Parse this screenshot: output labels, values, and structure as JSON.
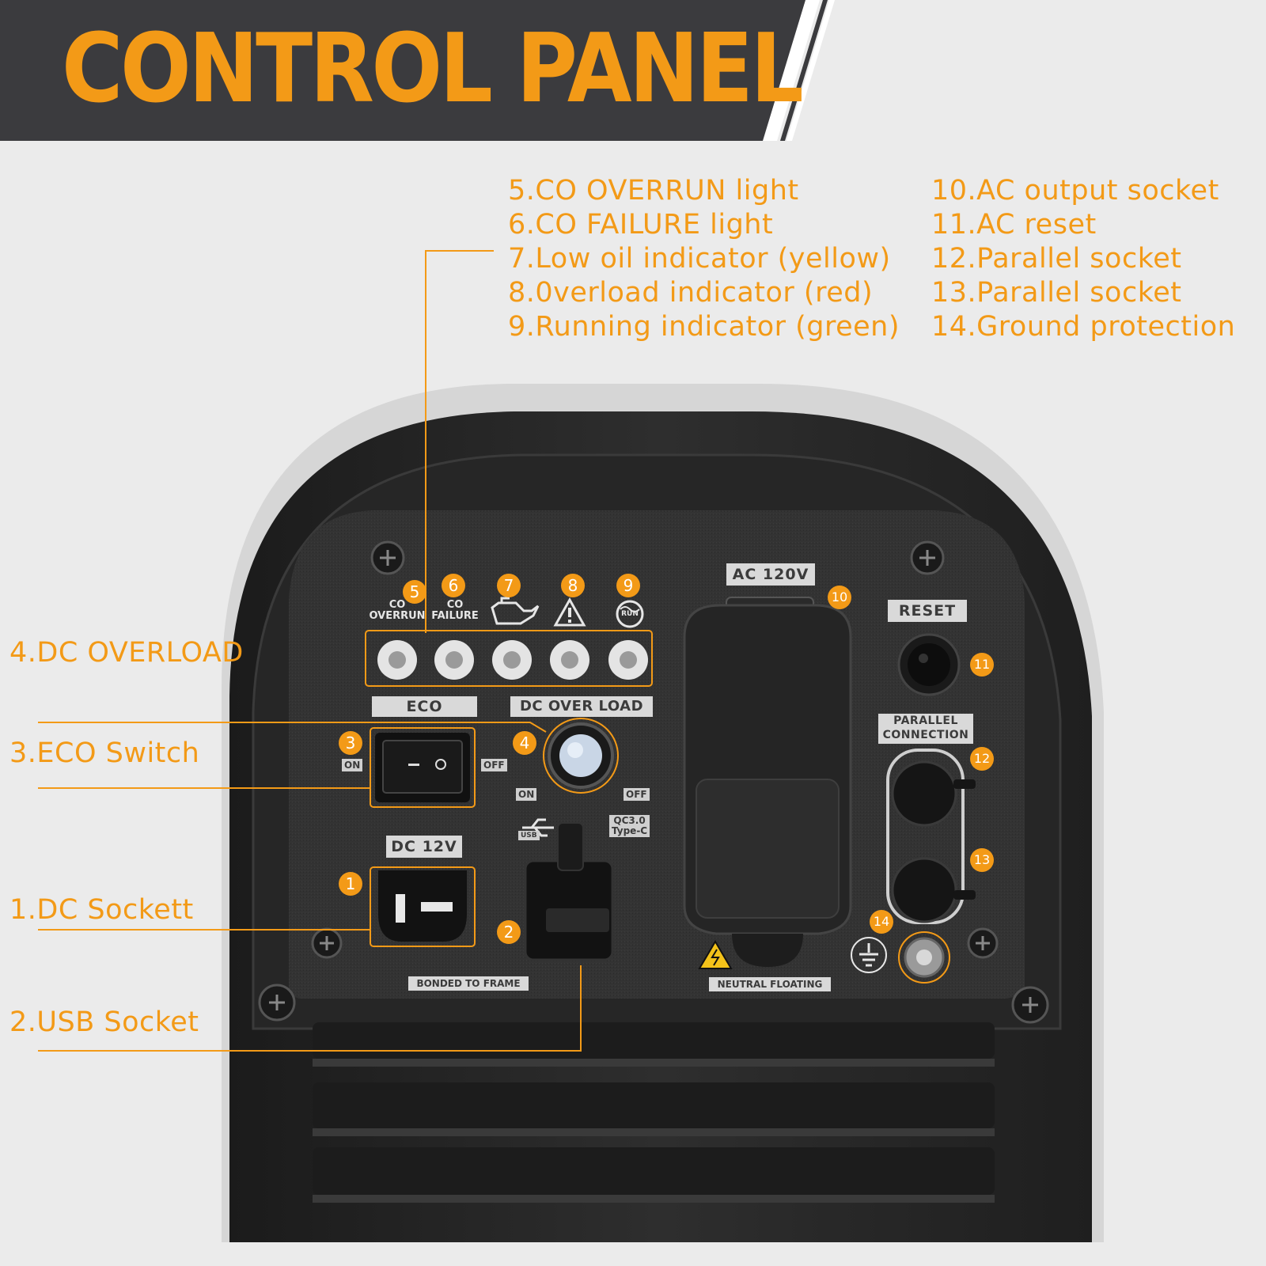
{
  "header": {
    "title": "CONTROL PANEL"
  },
  "legend_top": {
    "left": [
      "5.CO OVERRUN light",
      "6.CO FAILURE light",
      "7.Low oil indicator (yellow)",
      "8.0verload indicator (red)",
      "9.Running indicator (green)"
    ],
    "right": [
      "10.AC output socket",
      "11.AC reset",
      "12.Parallel socket",
      "13.Parallel socket",
      "14.Ground  protection"
    ]
  },
  "legend_side": {
    "dc_overload": "4.DC OVERLOAD",
    "eco_switch": "3.ECO Switch",
    "dc_socket": "1.DC Sockett",
    "usb_socket": "2.USB Socket"
  },
  "panel": {
    "co_overrun_line1": "CO",
    "co_overrun_line2": "OVERRUN",
    "co_failure_line1": "CO",
    "co_failure_line2": "FAILURE",
    "run_label": "RUN",
    "eco_label": "ECO",
    "dc_overload_label": "DC OVER LOAD",
    "on_label": "ON",
    "off_label": "OFF",
    "dc_on_label": "ON",
    "dc_off_label": "OFF",
    "dc12v_label": "DC 12V",
    "usb_label": "USB",
    "qc_label_line1": "QC3.0",
    "qc_label_line2": "Type-C",
    "bonded_label": "BONDED TO FRAME",
    "ac120v_label": "AC 120V",
    "reset_label": "RESET",
    "parallel_line1": "PARALLEL",
    "parallel_line2": "CONNECTION",
    "neutral_label": "NEUTRAL FLOATING"
  },
  "callouts": [
    "1",
    "2",
    "3",
    "4",
    "5",
    "6",
    "7",
    "8",
    "9",
    "10",
    "11",
    "12",
    "13",
    "14"
  ],
  "colors": {
    "accent": "#f39a17",
    "banner": "#3b3b3e",
    "background": "#ebebeb",
    "panel": "#2e2e2e"
  }
}
